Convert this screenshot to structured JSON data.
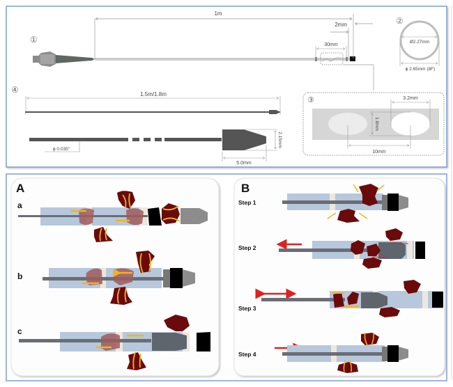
{
  "top_panel": {
    "part1": {
      "marker": "①",
      "length_label": "1m",
      "tip_label": "2mm",
      "window_label": "30mm"
    },
    "part2": {
      "marker": "②",
      "inner_diameter": "Ø2.27mm",
      "outer_diameter": "ϕ 2.65mm (8F)"
    },
    "part3": {
      "marker": "③",
      "window_width": "3.2mm",
      "window_height": "1.8mm",
      "window_spacing": "10mm"
    },
    "part4": {
      "marker": "④",
      "length_label": "1.5m/1.8m",
      "wire_diameter": "ϕ 0.035\"",
      "tip_length": "5.0mm",
      "tip_height": "2.15mm"
    }
  },
  "panel_a": {
    "title": "A",
    "rows": [
      {
        "label": "a"
      },
      {
        "label": "b"
      },
      {
        "label": "c"
      }
    ]
  },
  "panel_b": {
    "title": "B",
    "steps": [
      {
        "label": "Step 1"
      },
      {
        "label": "Step 2"
      },
      {
        "label": "Step 3"
      },
      {
        "label": "Step 4"
      }
    ]
  },
  "colors": {
    "panel_border": "#7a9fd6",
    "tissue": "#6b0a0a",
    "tissue_light": "#a05a5a",
    "sheath": "#b7c7dc",
    "wire": "#6a6e74",
    "arrow_yellow": "#f2b320",
    "arrow_red": "#e02020",
    "dim_line": "#888888"
  }
}
